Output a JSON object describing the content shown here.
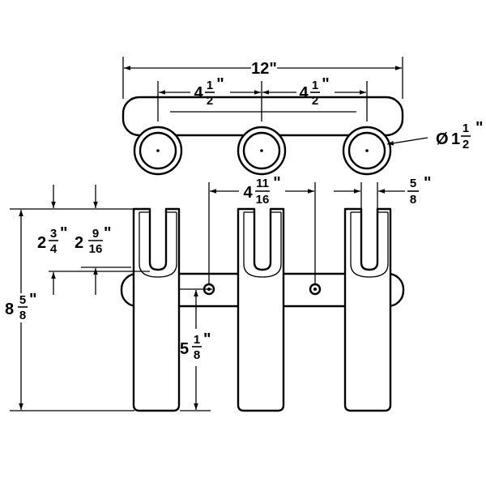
{
  "title": "",
  "dimensions": {
    "overall_width": {
      "whole": "12",
      "num": "",
      "den": "",
      "unit": "\""
    },
    "spacing_left": {
      "whole": "4",
      "num": "1",
      "den": "2",
      "unit": "\""
    },
    "spacing_right": {
      "whole": "4",
      "num": "1",
      "den": "2",
      "unit": "\""
    },
    "tube_diameter": {
      "prefix": "Ø",
      "whole": "1",
      "num": "1",
      "den": "2",
      "unit": "\""
    },
    "tube_spacing": {
      "whole": "4",
      "num": "11",
      "den": "16",
      "unit": "\""
    },
    "slot_width": {
      "whole": "",
      "num": "5",
      "den": "8",
      "unit": "\""
    },
    "slot_depth_outer": {
      "whole": "2",
      "num": "3",
      "den": "4",
      "unit": "\""
    },
    "slot_depth_inner": {
      "whole": "2",
      "num": "9",
      "den": "16",
      "unit": "\""
    },
    "overall_height": {
      "whole": "8",
      "num": "5",
      "den": "8",
      "unit": "\""
    },
    "mount_height": {
      "whole": "5",
      "num": "1",
      "den": "8",
      "unit": "\""
    }
  }
}
